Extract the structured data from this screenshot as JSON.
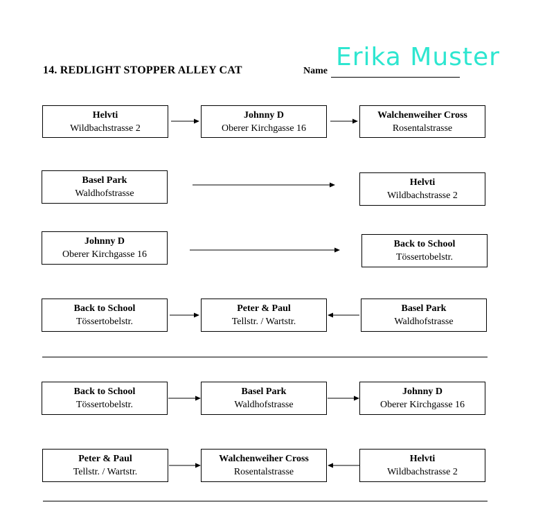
{
  "header": {
    "title": "14. REDLIGHT STOPPER ALLEY CAT",
    "name_label": "Name",
    "signature": "Erika Muster"
  },
  "rows": [
    {
      "boxes": [
        {
          "name": "Helvti",
          "addr": "Wildbachstrasse 2"
        },
        {
          "name": "Johnny D",
          "addr": "Oberer Kirchgasse 16"
        },
        {
          "name": "Walchenweiher Cross",
          "addr": "Rosentalstrasse"
        }
      ]
    },
    {
      "boxes": [
        {
          "name": "Basel Park",
          "addr": "Waldhofstrasse"
        },
        {
          "name": "Helvti",
          "addr": "Wildbachstrasse 2"
        }
      ]
    },
    {
      "boxes": [
        {
          "name": "Johnny D",
          "addr": "Oberer Kirchgasse 16"
        },
        {
          "name": "Back to School",
          "addr": "Tössertobelstr."
        }
      ]
    },
    {
      "boxes": [
        {
          "name": "Back to School",
          "addr": "Tössertobelstr."
        },
        {
          "name": "Peter & Paul",
          "addr": "Tellstr. / Wartstr."
        },
        {
          "name": "Basel Park",
          "addr": "Waldhofstrasse"
        }
      ]
    },
    {
      "boxes": [
        {
          "name": "Back to School",
          "addr": "Tössertobelstr."
        },
        {
          "name": "Basel Park",
          "addr": "Waldhofstrasse"
        },
        {
          "name": "Johnny D",
          "addr": "Oberer Kirchgasse 16"
        }
      ]
    },
    {
      "boxes": [
        {
          "name": "Peter & Paul",
          "addr": "Tellstr. / Wartstr."
        },
        {
          "name": "Walchenweiher Cross",
          "addr": "Rosentalstrasse"
        },
        {
          "name": "Helvti",
          "addr": "Wildbachstrasse 2"
        }
      ]
    }
  ]
}
